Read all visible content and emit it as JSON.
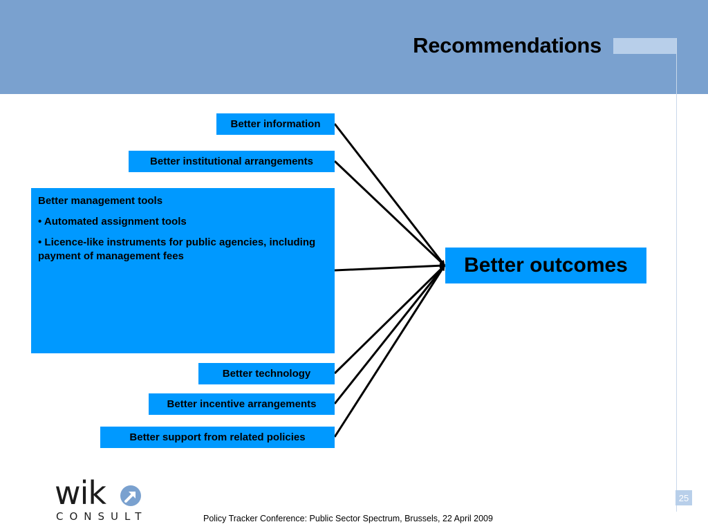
{
  "header": {
    "title": "Recommendations"
  },
  "diagram": {
    "inputs": {
      "information": "Better information",
      "institutional": "Better institutional arrangements",
      "management": {
        "heading": "Better management tools",
        "bullets": [
          "• Automated assignment tools",
          "• Licence-like instruments for public agencies, including payment of management fees"
        ]
      },
      "technology": "Better technology",
      "incentive": "Better incentive arrangements",
      "support": "Better support from related policies"
    },
    "outcome": "Better outcomes"
  },
  "logo": {
    "name": "wik",
    "subtitle": "CONSULT",
    "mark": "arrow-icon"
  },
  "footer": {
    "text": "Policy Tracker Conference: Public Sector Spectrum, Brussels, 22 April 2009"
  },
  "page_number": "25",
  "colors": {
    "header": "#7aa1cf",
    "box": "#0099ff",
    "accent": "#b8cfea"
  }
}
